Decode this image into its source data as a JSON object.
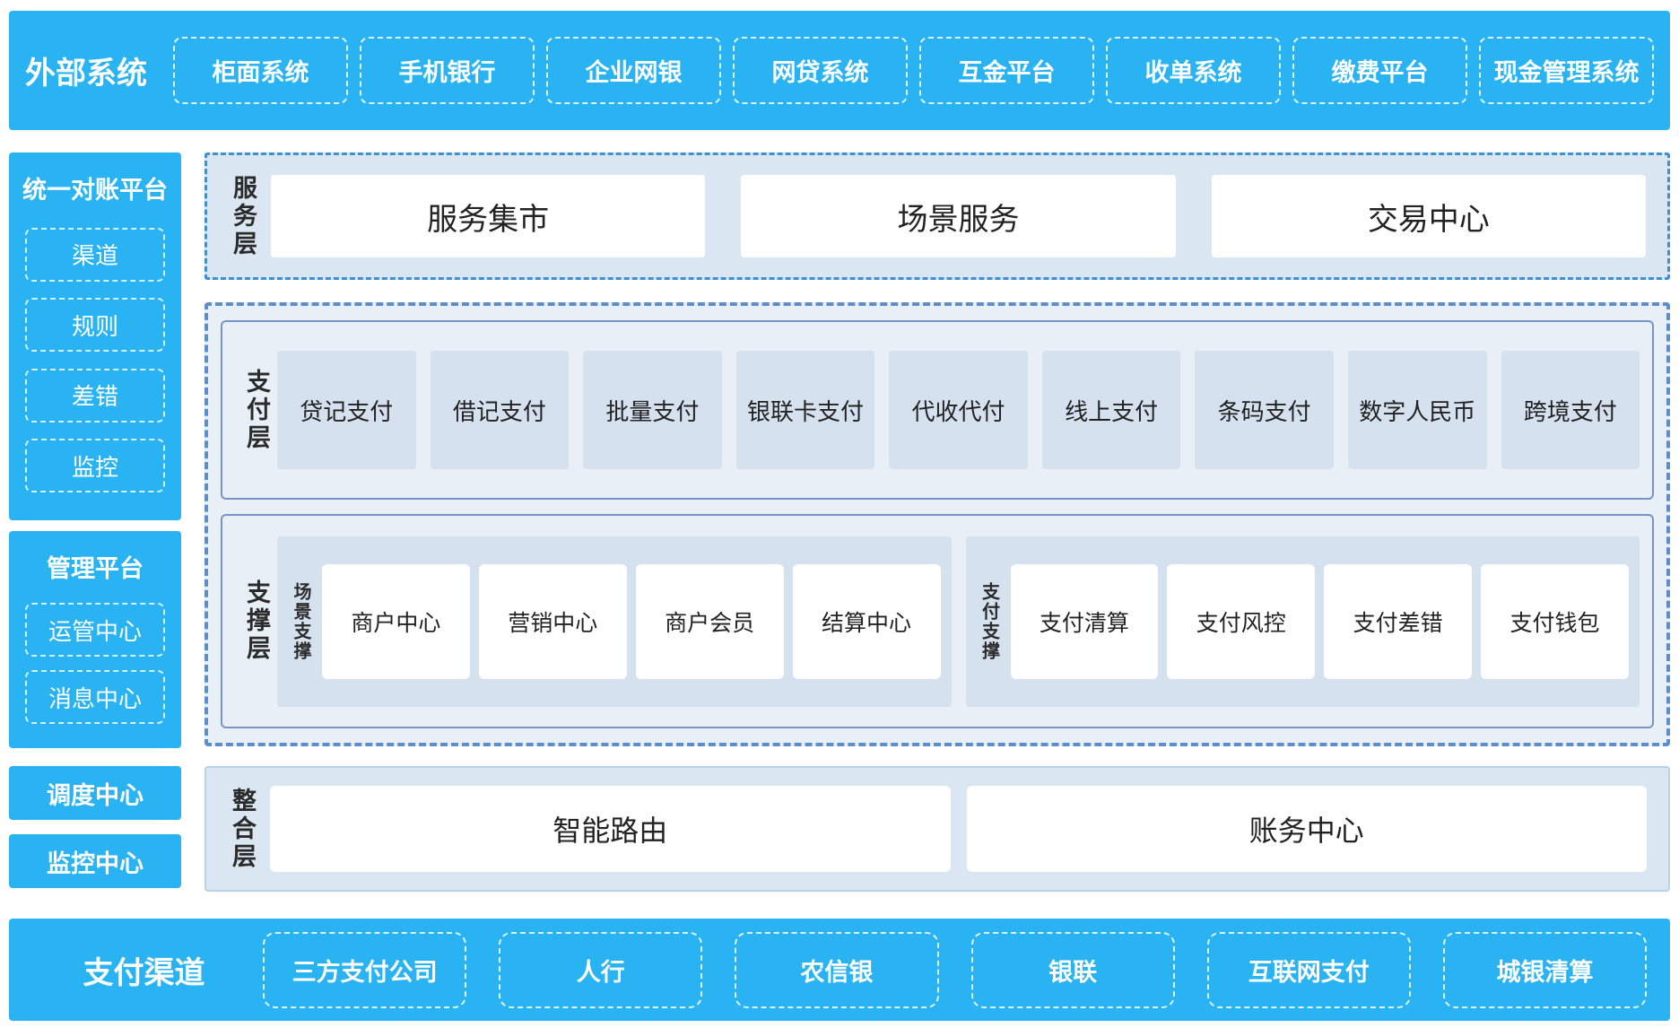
{
  "colors": {
    "accent": "#29b3f2",
    "panel_bg": "#dbe6f3",
    "item_bg": "#d5e1ee",
    "core_bg": "#e9eff7",
    "solid_border": "#7396c5",
    "dashed_border": "#5d8ec9",
    "service_border": "#3e8fd6",
    "integration_border": "#bad0e5",
    "ink": "#222222"
  },
  "top_banner": {
    "label": "外部系统",
    "items": [
      "柜面系统",
      "手机银行",
      "企业网银",
      "网贷系统",
      "互金平台",
      "收单系统",
      "缴费平台",
      "现金管理系统"
    ]
  },
  "sidebar": {
    "reconciliation": {
      "title": "统一对账平台",
      "items": [
        "渠道",
        "规则",
        "差错",
        "监控"
      ]
    },
    "management": {
      "title": "管理平台",
      "items": [
        "运管中心",
        "消息中心"
      ]
    },
    "scheduling_center": "调度中心",
    "monitoring_center": "监控中心"
  },
  "service_layer": {
    "label": "服务层",
    "items": [
      "服务集市",
      "场景服务",
      "交易中心"
    ]
  },
  "payment_layer": {
    "label": "支付层",
    "items": [
      "贷记支付",
      "借记支付",
      "批量支付",
      "银联卡支付",
      "代收代付",
      "线上支付",
      "条码支付",
      "数字人民币",
      "跨境支付"
    ]
  },
  "support_layer": {
    "label": "支撑层",
    "groups": [
      {
        "label": "场景支撑",
        "items": [
          "商户中心",
          "营销中心",
          "商户会员",
          "结算中心"
        ]
      },
      {
        "label": "支付支撑",
        "items": [
          "支付清算",
          "支付风控",
          "支付差错",
          "支付钱包"
        ]
      }
    ]
  },
  "integration_layer": {
    "label": "整合层",
    "items": [
      "智能路由",
      "账务中心"
    ]
  },
  "bottom_banner": {
    "label": "支付渠道",
    "items": [
      "三方支付公司",
      "人行",
      "农信银",
      "银联",
      "互联网支付",
      "城银清算"
    ]
  }
}
